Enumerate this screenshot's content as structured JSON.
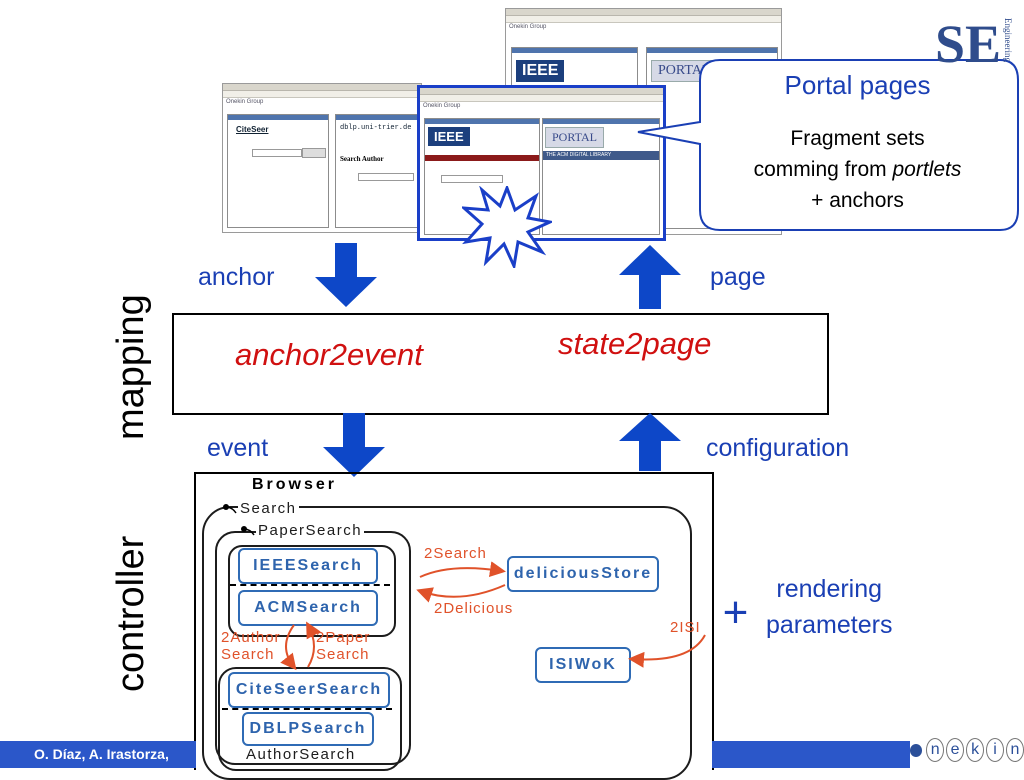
{
  "callout": {
    "title": "Portal pages",
    "line1": "Fragment sets",
    "line2_prefix": "comming from ",
    "line2_emph": "portlets",
    "line3": "+ anchors"
  },
  "flow": {
    "anchor": "anchor",
    "page": "page",
    "event": "event",
    "configuration": "configuration"
  },
  "mapping": {
    "side_label": "mapping",
    "anchor2event": "anchor2event",
    "state2page": "state2page"
  },
  "controller": {
    "side_label": "controller",
    "browser": "Browser",
    "search": "Search",
    "paper_search": "PaperSearch",
    "author_search": "AuthorSearch",
    "ieee_search": "IEEESearch",
    "acm_search": "ACMSearch",
    "citeseer_search": "CiteSeerSearch",
    "dblp_search": "DBLPSearch",
    "delicious_store": "deliciousStore",
    "isiwok": "ISIWoK",
    "to_search": "2Search",
    "to_delicious": "2Delicious",
    "to_author_line1": "2Author",
    "to_author_line2": "Search",
    "to_paper_line1": "2Paper",
    "to_paper_line2": "Search",
    "to_isi": "2ISI"
  },
  "rendering": {
    "plus": "+",
    "line1": "rendering",
    "line2": "parameters"
  },
  "footer": {
    "authors": "O. Díaz, A. Irastorza,",
    "logo_letters": [
      "n",
      "e",
      "k",
      "i",
      "n"
    ]
  },
  "screenshots": {
    "onekin_group": "Onekin Group",
    "ieee": "IEEE",
    "portal": "PORTAL",
    "citeseer": "CiteSeer",
    "dblp": "dblp.uni-trier.de",
    "search_author": "Search Author",
    "acm_library": "THE ACM DIGITAL LIBRARY"
  },
  "colors": {
    "blue_arrow": "#0d47c8",
    "label_blue": "#1a3fb4",
    "red_text": "#d01010",
    "component_blue": "#2e64ad",
    "arc_orange": "#e0522a",
    "footer_bar": "#2b57c9"
  }
}
